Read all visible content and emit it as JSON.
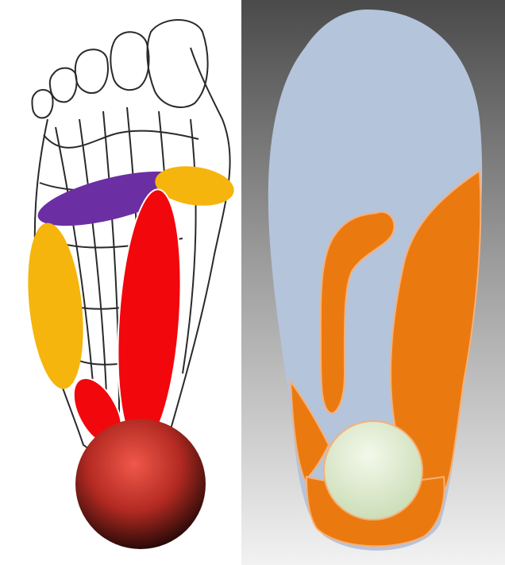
{
  "figure": {
    "panels": [
      {
        "name": "foot-anatomy-illustration",
        "regions": [
          {
            "name": "metatarsal-band",
            "color": "#6b2fa3"
          },
          {
            "name": "lateral-forefoot-pad",
            "color": "#f5b50c"
          },
          {
            "name": "medial-arch-pad",
            "color": "#f5b50c"
          },
          {
            "name": "central-arch-band",
            "color": "#f2070c"
          },
          {
            "name": "heel-medial-band",
            "color": "#f2070c"
          },
          {
            "name": "heel-ball",
            "color": "#e04a3c"
          }
        ]
      },
      {
        "name": "insole-illustration",
        "regions": [
          {
            "name": "insole-base",
            "color": "#b4c4db"
          },
          {
            "name": "lateral-support",
            "color": "#ea7a10"
          },
          {
            "name": "hook-support",
            "color": "#ea7a10"
          },
          {
            "name": "medial-heel-support",
            "color": "#ea7a10"
          },
          {
            "name": "heel-cup",
            "color": "#ea7a10"
          },
          {
            "name": "heel-ball",
            "color": "#e6f0d6"
          }
        ]
      }
    ]
  }
}
